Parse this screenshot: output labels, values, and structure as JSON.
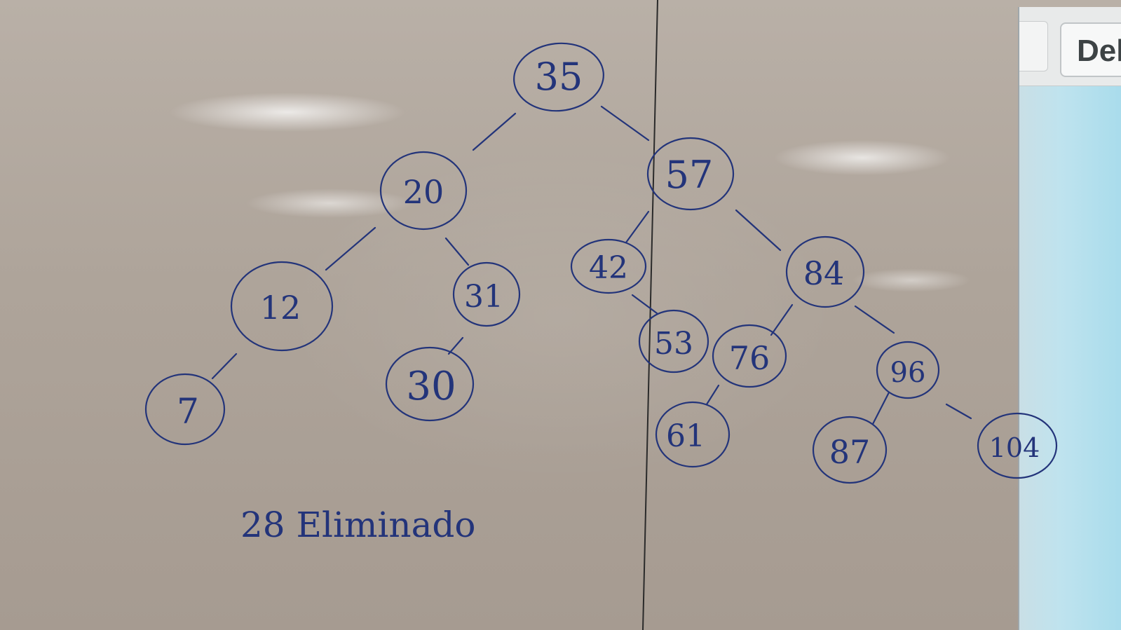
{
  "tree": {
    "nodes": [
      {
        "id": "n35",
        "label": "35"
      },
      {
        "id": "n20",
        "label": "20"
      },
      {
        "id": "n57",
        "label": "57"
      },
      {
        "id": "n12",
        "label": "12"
      },
      {
        "id": "n31",
        "label": "31"
      },
      {
        "id": "n42",
        "label": "42"
      },
      {
        "id": "n84",
        "label": "84"
      },
      {
        "id": "n7",
        "label": "7"
      },
      {
        "id": "n30",
        "label": "30"
      },
      {
        "id": "n53",
        "label": "53"
      },
      {
        "id": "n76",
        "label": "76"
      },
      {
        "id": "n96",
        "label": "96"
      },
      {
        "id": "n61",
        "label": "61"
      },
      {
        "id": "n87",
        "label": "87"
      },
      {
        "id": "n104",
        "label": "104"
      }
    ],
    "edges": [
      [
        "35",
        "20"
      ],
      [
        "35",
        "57"
      ],
      [
        "20",
        "12"
      ],
      [
        "20",
        "31"
      ],
      [
        "12",
        "7"
      ],
      [
        "31",
        "30"
      ],
      [
        "57",
        "42"
      ],
      [
        "57",
        "84"
      ],
      [
        "42",
        "53"
      ],
      [
        "84",
        "76"
      ],
      [
        "84",
        "96"
      ],
      [
        "76",
        "61"
      ],
      [
        "96",
        "87"
      ],
      [
        "96",
        "104"
      ]
    ]
  },
  "note": "28 Eliminado",
  "screen": {
    "button_label": "Del"
  },
  "colors": {
    "ink": "#23347a",
    "board": "#b1a79d"
  }
}
